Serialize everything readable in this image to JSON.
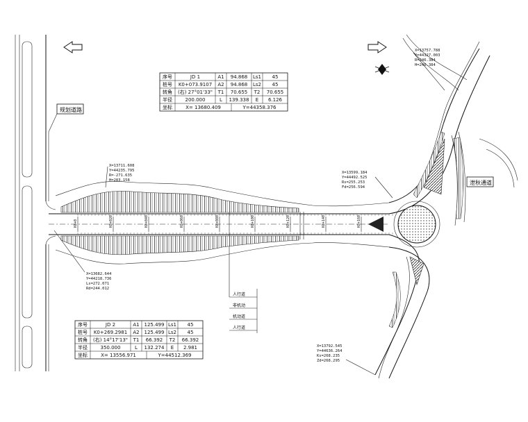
{
  "drawing": {
    "labels": {
      "planned_road": "规划道路",
      "ramp_flow": "泄秋通道",
      "lane_1": "人行道",
      "lane_2": "非机动",
      "lane_3": "机动道",
      "lane_4": "人行道"
    },
    "jd1": {
      "rows": [
        [
          "序号",
          "JD 1",
          "A1",
          "94.868",
          "Ls1",
          "45"
        ],
        [
          "桩号",
          "K0+073.9107",
          "A2",
          "94.868",
          "Ls2",
          "45"
        ],
        [
          "转角",
          "(右) 27°01'33\"",
          "T1",
          "70.655",
          "T2",
          "70.655"
        ],
        [
          "半径",
          "200.000",
          "L",
          "139.338",
          "E",
          "6.126"
        ]
      ],
      "coord_label": "坐标",
      "coord_x": "X= 13680.409",
      "coord_y": "Y=44358.376"
    },
    "jd2": {
      "rows": [
        [
          "序号",
          "JD 2",
          "A1",
          "125.499",
          "Ls1",
          "45"
        ],
        [
          "桩号",
          "K0+269.2981",
          "A2",
          "125.499",
          "Ls2",
          "45"
        ],
        [
          "转角",
          "(右) 14°17'13\"",
          "T1",
          "66.392",
          "T2",
          "66.392"
        ],
        [
          "半径",
          "350.000",
          "L",
          "132.274",
          "E",
          "2.981"
        ]
      ],
      "coord_label": "坐标",
      "coord_x": "X= 13556.971",
      "coord_y": "Y=44512.369"
    },
    "callouts": {
      "c1": [
        "X=13757.788",
        "Y=44327.003",
        "R=246.384",
        "H=240.384"
      ],
      "c2": [
        "X=13711.608",
        "Y=44235.795",
        "R=-271.635",
        "H=283.158"
      ],
      "c3": [
        "X=13599.184",
        "Y=44492.525",
        "Rs=255.253",
        "Fd=256.594"
      ],
      "c4": [
        "X=13682.644",
        "Y=44218.736",
        "Ls=272.071",
        "Rd=244.012"
      ],
      "c5": [
        "X=13792.545",
        "Y=44636.264",
        "Ks=268.235",
        "Zd=268.295"
      ]
    },
    "stations": [
      "K0+0",
      "K0+020",
      "K0+040",
      "K0+060",
      "K0+080",
      "K0+100",
      "K0+120",
      "K0+140",
      "K0+160"
    ]
  }
}
